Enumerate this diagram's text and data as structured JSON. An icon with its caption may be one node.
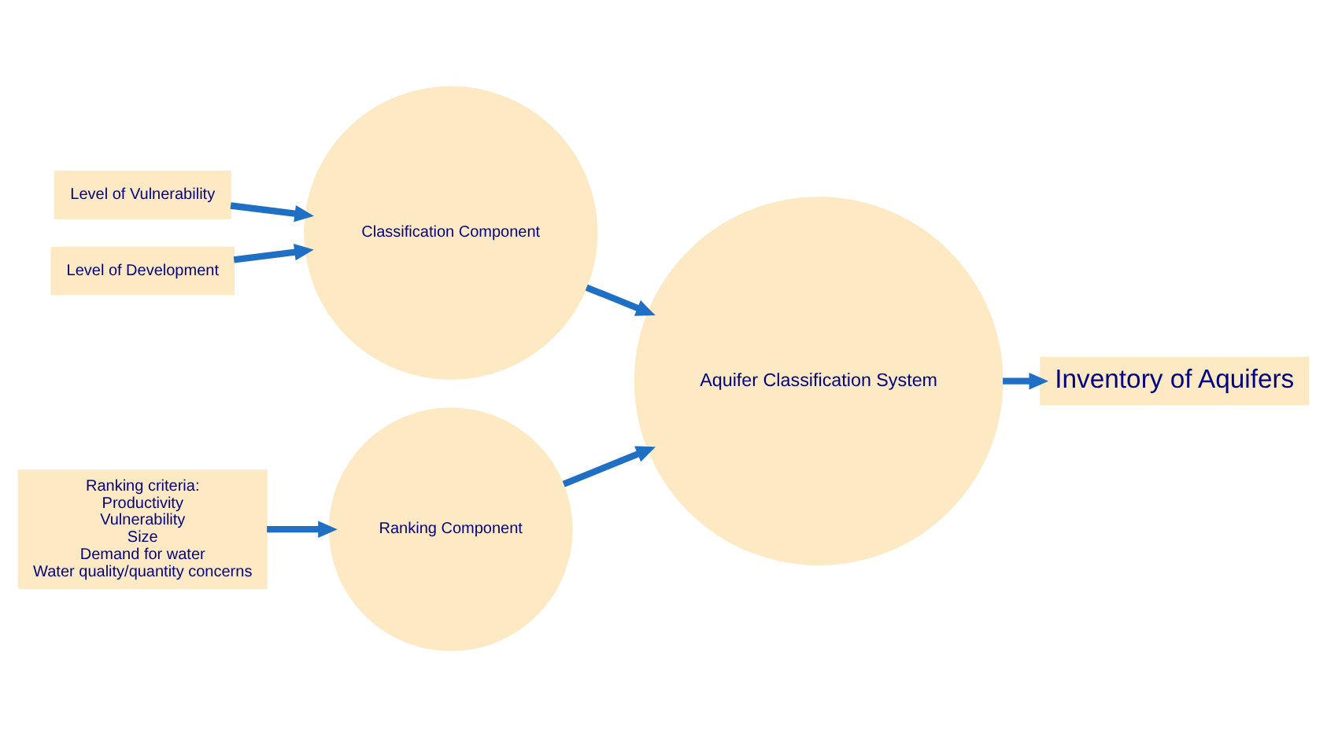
{
  "diagram": {
    "nodes": [
      {
        "text": [
          "Level of Vulnerability"
        ]
      },
      {
        "text": [
          "Level of Development"
        ]
      },
      {
        "text": [
          "Ranking criteria:",
          "Productivity",
          "Vulnerability",
          "Size",
          "Demand for water",
          "Water quality/quantity concerns"
        ]
      },
      {
        "text": [
          "Classification Component"
        ]
      },
      {
        "text": [
          "Ranking Component"
        ]
      },
      {
        "text": [
          "Aquifer Classification System"
        ]
      },
      {
        "text": [
          "Inventory of Aquifers"
        ]
      }
    ],
    "edges": [
      {
        "from": 0,
        "to": 3,
        "arrow": "to"
      },
      {
        "from": 1,
        "to": 3,
        "arrow": "to"
      },
      {
        "from": 2,
        "to": 4,
        "arrow": "to"
      },
      {
        "from": 3,
        "to": 5,
        "arrow": "to"
      },
      {
        "from": 4,
        "to": 5,
        "arrow": "to"
      },
      {
        "from": 5,
        "to": 6,
        "arrow": "to"
      }
    ]
  }
}
